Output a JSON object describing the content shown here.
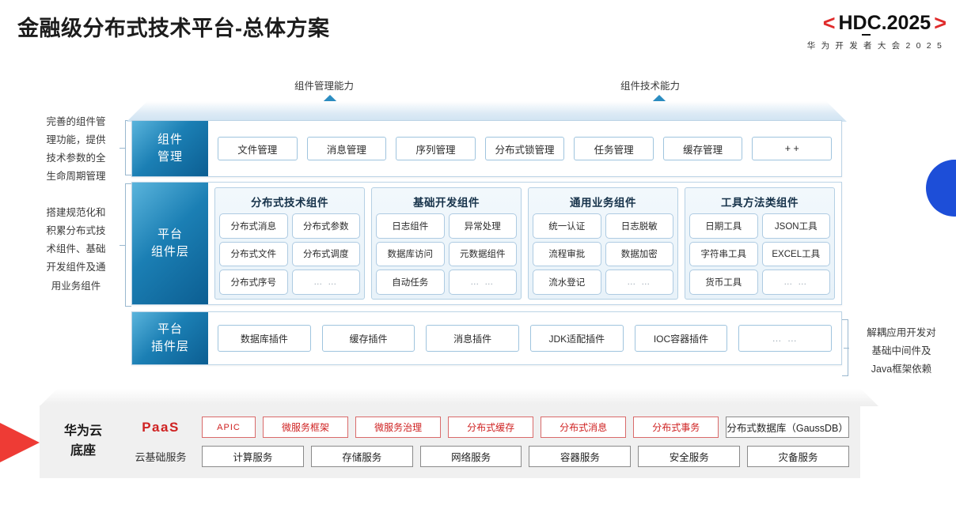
{
  "header": {
    "title": "金融级分布式技术平台-总体方案",
    "logo": {
      "left_bracket": "<",
      "text": "HDC.2025",
      "right_bracket": ">",
      "subtitle": "华 为 开 发 者 大 会 2 0 2 5"
    }
  },
  "accents": {
    "red": "#ee3b35",
    "blue": "#1d4ed8",
    "layer_blue": "#0c5e92",
    "paas_red": "#cf2222"
  },
  "arrows": [
    {
      "label": "组件管理能力"
    },
    {
      "label": "组件技术能力"
    }
  ],
  "side_notes": {
    "left": [
      "完善的组件管理功能，提供技术参数的全生命周期管理",
      "搭建规范化和积累分布式技术组件、基础开发组件及通用业务组件"
    ],
    "left_lines": [
      [
        "完善的组件管",
        "理功能，提供",
        "技术参数的全",
        "生命周期管理"
      ],
      [
        "搭建规范化和",
        "积累分布式技",
        "术组件、基础",
        "开发组件及通",
        "用业务组件"
      ]
    ],
    "right_lines": [
      "解耦应用开发对",
      "基础中间件及",
      "Java框架依赖"
    ]
  },
  "layers": {
    "manage": {
      "side_lines": [
        "组件",
        "管理"
      ],
      "items": [
        "文件管理",
        "消息管理",
        "序列管理",
        "分布式锁管理",
        "任务管理",
        "缓存管理",
        "+ +"
      ]
    },
    "component": {
      "side_lines": [
        "平台",
        "组件层"
      ],
      "groups": [
        {
          "title": "分布式技术组件",
          "items": [
            "分布式消息",
            "分布式参数",
            "分布式文件",
            "分布式调度",
            "分布式序号",
            "… …"
          ]
        },
        {
          "title": "基础开发组件",
          "items": [
            "日志组件",
            "异常处理",
            "数据库访问",
            "元数据组件",
            "自动任务",
            "… …"
          ]
        },
        {
          "title": "通用业务组件",
          "items": [
            "统一认证",
            "日志脱敏",
            "流程审批",
            "数据加密",
            "流水登记",
            "… …"
          ]
        },
        {
          "title": "工具方法类组件",
          "items": [
            "日期工具",
            "JSON工具",
            "字符串工具",
            "EXCEL工具",
            "货币工具",
            "… …"
          ]
        }
      ]
    },
    "plugin": {
      "side_lines": [
        "平台",
        "插件层"
      ],
      "items": [
        "数据库插件",
        "缓存插件",
        "消息插件",
        "JDK适配插件",
        "IOC容器插件",
        "… …"
      ]
    }
  },
  "shelf": {
    "title_lines": [
      "华为云",
      "底座"
    ],
    "rows": [
      {
        "tag": "PaaS",
        "tag_style": "paas",
        "items": [
          {
            "label": "APIC",
            "style": "red",
            "size": "small"
          },
          {
            "label": "微服务框架",
            "style": "red"
          },
          {
            "label": "微服务治理",
            "style": "red"
          },
          {
            "label": "分布式缓存",
            "style": "red"
          },
          {
            "label": "分布式消息",
            "style": "red"
          },
          {
            "label": "分布式事务",
            "style": "red"
          },
          {
            "label": "分布式数据库（GaussDB）",
            "style": "gray",
            "size": "wide"
          }
        ]
      },
      {
        "tag": "云基础服务",
        "tag_style": "basic",
        "items": [
          {
            "label": "计算服务",
            "style": "gray"
          },
          {
            "label": "存储服务",
            "style": "gray"
          },
          {
            "label": "网络服务",
            "style": "gray"
          },
          {
            "label": "容器服务",
            "style": "gray"
          },
          {
            "label": "安全服务",
            "style": "gray"
          },
          {
            "label": "灾备服务",
            "style": "gray"
          }
        ]
      }
    ]
  }
}
